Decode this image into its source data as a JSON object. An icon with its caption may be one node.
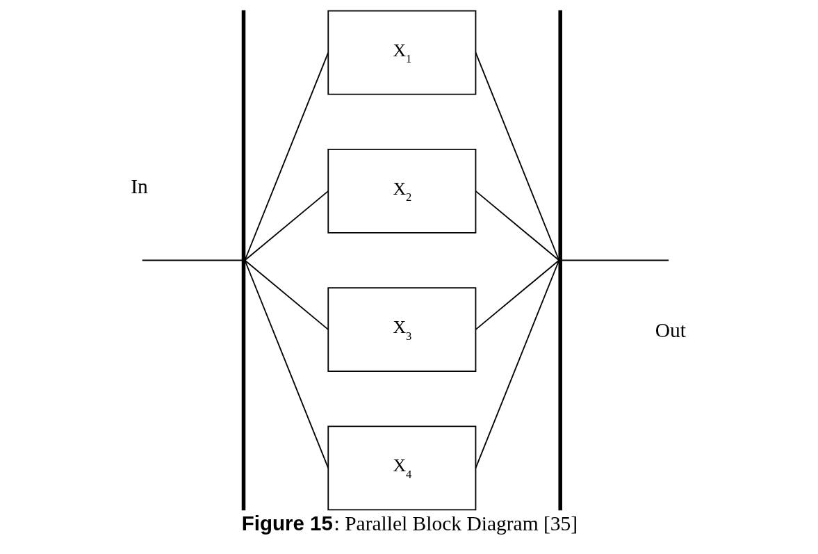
{
  "diagram": {
    "caption": "**Figure 15**: Parallel Block Diagram [35]",
    "nodes": [
      {
        "text": [],
        "shape": "bar"
      },
      {
        "text": [
          "X$_{1}$"
        ]
      },
      {
        "text": [
          "X$_{2}$"
        ]
      },
      {
        "text": [
          "X$_{3}$"
        ]
      },
      {
        "text": [
          "X$_{4}$"
        ]
      },
      {
        "text": [],
        "shape": "bar"
      }
    ],
    "edges": [
      {
        "from": null,
        "to": 0,
        "arrow": "none"
      },
      {
        "from": 0,
        "to": 1,
        "arrow": "none"
      },
      {
        "from": 0,
        "to": 2,
        "arrow": "none"
      },
      {
        "from": 0,
        "to": 3,
        "arrow": "none"
      },
      {
        "from": 0,
        "to": 4,
        "arrow": "none"
      },
      {
        "from": 1,
        "to": 5,
        "arrow": "none"
      },
      {
        "from": 2,
        "to": 5,
        "arrow": "none"
      },
      {
        "from": 3,
        "to": 5,
        "arrow": "none"
      },
      {
        "from": 4,
        "to": 5,
        "arrow": "none"
      },
      {
        "from": 5,
        "to": null,
        "arrow": "none"
      }
    ],
    "labels": [
      "In",
      "Out"
    ]
  }
}
